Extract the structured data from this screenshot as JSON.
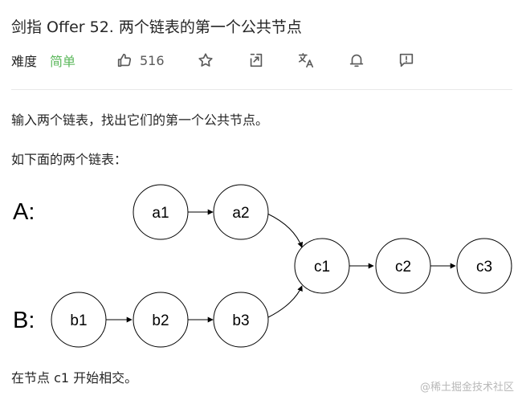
{
  "problem": {
    "title": "剑指 Offer 52. 两个链表的第一个公共节点",
    "difficulty_label": "难度",
    "difficulty_value": "简单",
    "like_count": "516",
    "difficulty_color": "#5cb85c"
  },
  "toolbar_icons": [
    "thumbs-up-icon",
    "star-icon",
    "share-icon",
    "translate-icon",
    "bell-icon",
    "feedback-icon"
  ],
  "content": {
    "intro": "输入两个链表，找出它们的第一个公共节点。",
    "example_intro": "如下面的两个链表：",
    "conclusion": "在节点 c1 开始相交。"
  },
  "diagram": {
    "list_a_label": "A:",
    "list_b_label": "B:",
    "nodes": {
      "a1": "a1",
      "a2": "a2",
      "b1": "b1",
      "b2": "b2",
      "b3": "b3",
      "c1": "c1",
      "c2": "c2",
      "c3": "c3"
    }
  },
  "watermark": "@稀土掘金技术社区"
}
